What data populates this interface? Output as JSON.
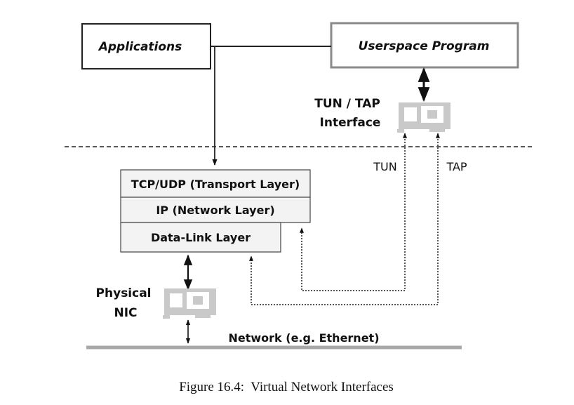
{
  "diagram": {
    "applications": "Applications",
    "userspace_program": "Userspace Program",
    "tun_tap_interface": [
      "TUN / TAP",
      "Interface"
    ],
    "tun_label": "TUN",
    "tap_label": "TAP",
    "transport_layer": "TCP/UDP (Transport Layer)",
    "network_layer": "IP (Network Layer)",
    "datalink_layer": "Data-Link Layer",
    "physical_nic": [
      "Physical",
      "NIC"
    ],
    "network": "Network (e.g. Ethernet)"
  },
  "caption": "Figure 16.4:  Virtual Network Interfaces",
  "colors": {
    "box_border": "#222222",
    "box_border_gray": "#8a8a8a",
    "layer_fill": "#f3f3f3",
    "nic_fill": "#c9c9c9",
    "network_line": "#a8a8a8"
  }
}
